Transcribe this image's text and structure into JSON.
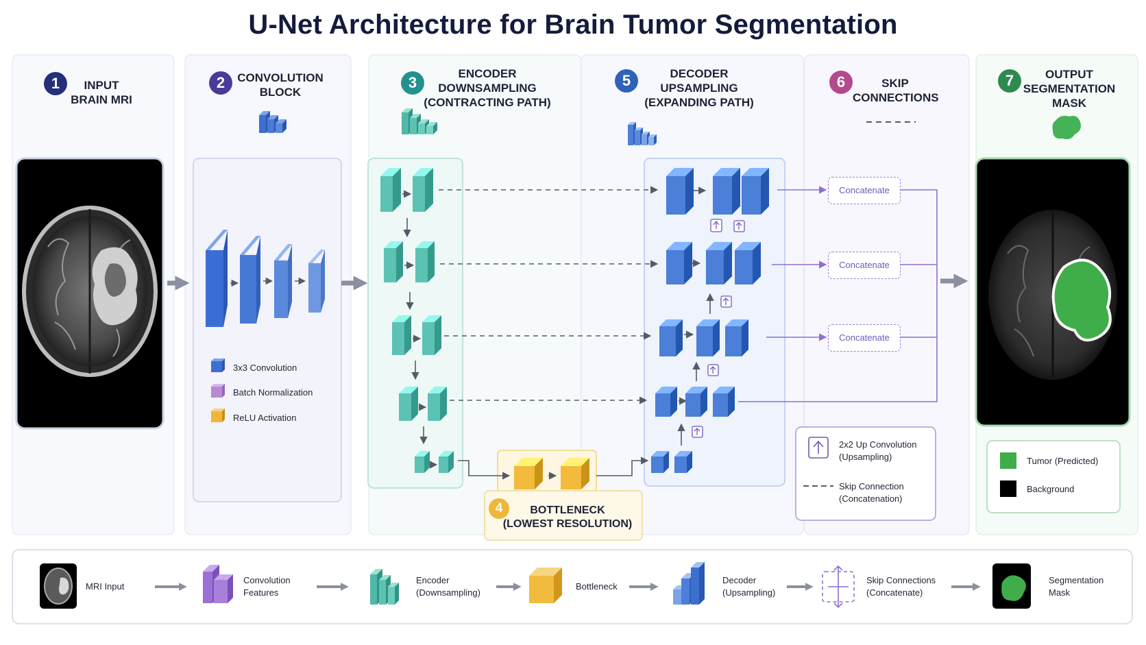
{
  "title": "U-Net Architecture for Brain Tumor Segmentation",
  "columns": [
    {
      "number": "1",
      "label": "INPUT\nBRAIN MRI",
      "color": "#24307a"
    },
    {
      "number": "2",
      "label": "CONVOLUTION\nBLOCK",
      "color": "#4a3a9c"
    },
    {
      "number": "3",
      "label": "ENCODER\nDOWNSAMPLING\n(CONTRACTING PATH)",
      "color": "#23928f"
    },
    {
      "number": "5",
      "label": "DECODER\nUPSAMPLING\n(EXPANDING PATH)",
      "color": "#2f62b8"
    },
    {
      "number": "6",
      "label": "SKIP\nCONNECTIONS",
      "color": "#b24a8c"
    },
    {
      "number": "7",
      "label": "OUTPUT\nSEGMENTATION\nMASK",
      "color": "#2e8a4e"
    }
  ],
  "conv_legend": [
    {
      "label": "3x3 Convolution",
      "color": "#3d6fd1"
    },
    {
      "label": "Batch Normalization",
      "color": "#b88ad6"
    },
    {
      "label": "ReLU Activation",
      "color": "#f0b63a"
    }
  ],
  "bottleneck": {
    "number": "4",
    "label": "BOTTLENECK\n(LOWEST RESOLUTION)",
    "color": "#f0b63a"
  },
  "concatenate_label": "Concatenate",
  "decoder_legend": [
    {
      "label": "2x2 Up Convolution\n(Upsampling)"
    },
    {
      "label": "Skip Connection\n(Concatenation)"
    }
  ],
  "output_legend": [
    {
      "label": "Tumor (Predicted)",
      "color": "#3fae4a"
    },
    {
      "label": "Background",
      "color": "#000000"
    }
  ],
  "bottom_flow": [
    {
      "label": "MRI Input",
      "icon": "mri-thumbnail-icon"
    },
    {
      "label": "Convolution\nFeatures",
      "icon": "conv-features-icon"
    },
    {
      "label": "Encoder\n(Downsampling)",
      "icon": "encoder-blocks-icon"
    },
    {
      "label": "Bottleneck",
      "icon": "bottleneck-cube-icon"
    },
    {
      "label": "Decoder\n(Upsampling)",
      "icon": "decoder-blocks-icon"
    },
    {
      "label": "Skip Connections\n(Concatenate)",
      "icon": "skip-connection-icon"
    },
    {
      "label": "Segmentation\nMask",
      "icon": "segmentation-mask-icon"
    }
  ],
  "colors": {
    "encoder_teal": "#5cc2b4",
    "decoder_blue": "#4b7fd8",
    "bottleneck_gold": "#f2bb3e",
    "skip_purple": "#8f6fd0",
    "tumor_green": "#3fae4a"
  }
}
